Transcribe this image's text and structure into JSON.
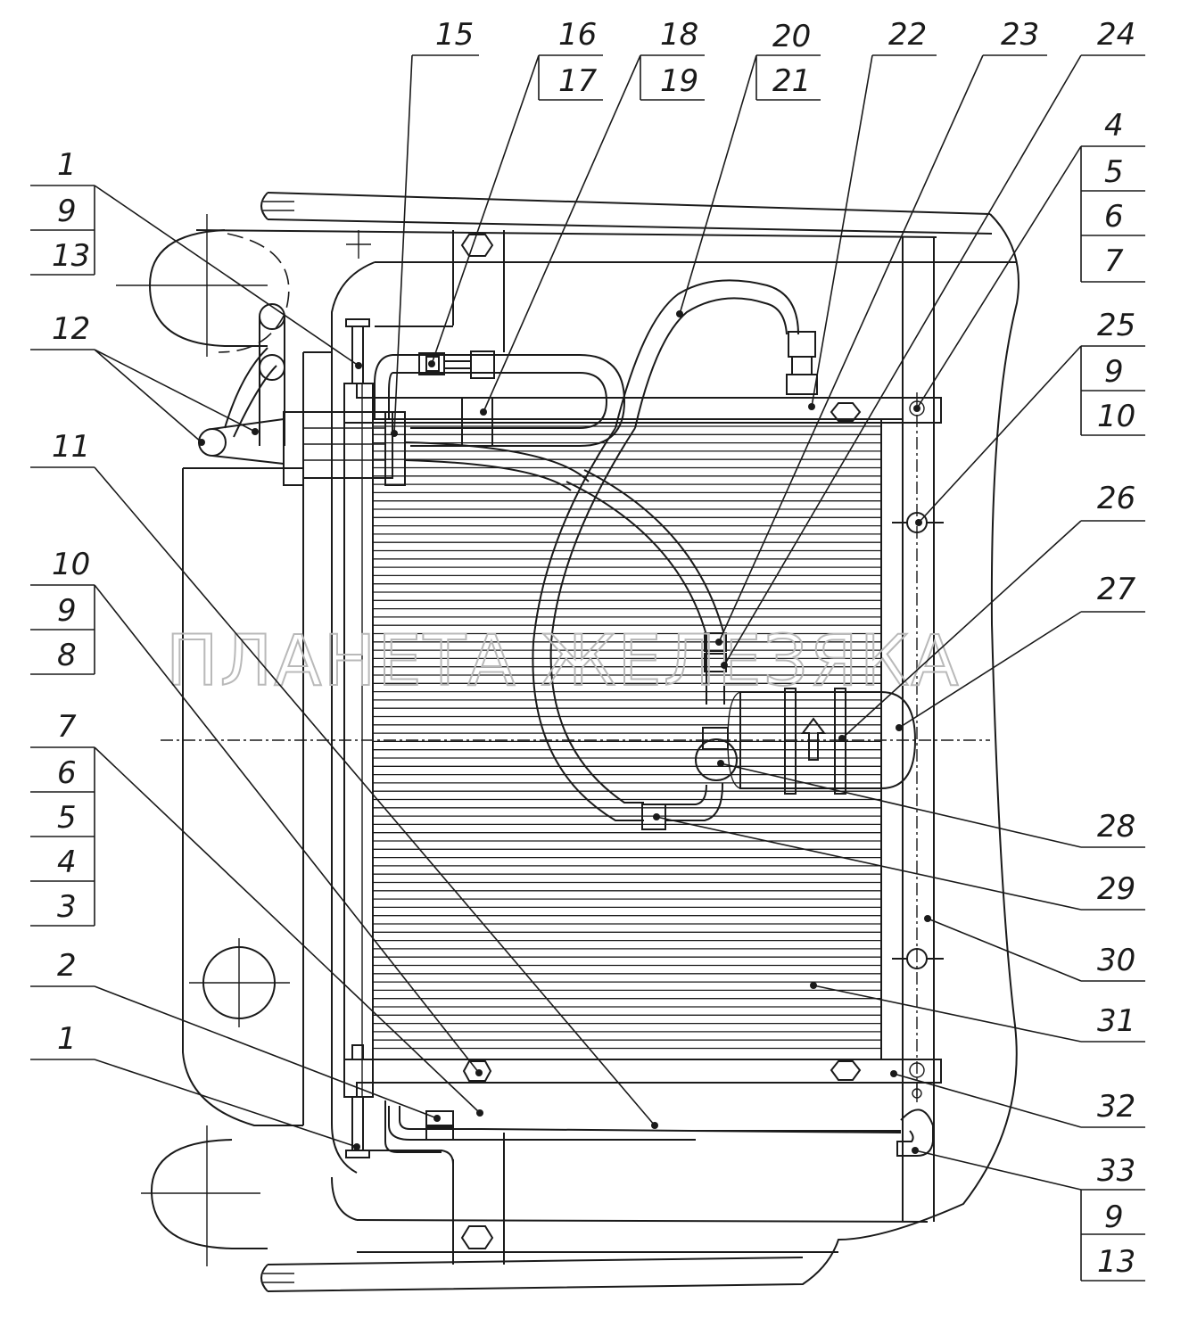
{
  "watermark": "ПЛАНЕТА ЖЕЛЕЗЯКА",
  "callouts": {
    "c15": "15",
    "c16": "16",
    "c17": "17",
    "c18": "18",
    "c19": "19",
    "c20": "20",
    "c21": "21",
    "c22": "22",
    "c23": "23",
    "c24": "24",
    "r4": "4",
    "r5": "5",
    "r6": "6",
    "r7": "7",
    "r25": "25",
    "r9a": "9",
    "r10": "10",
    "r26": "26",
    "r27": "27",
    "r28": "28",
    "r29": "29",
    "r30": "30",
    "r31": "31",
    "r32": "32",
    "r33": "33",
    "r9b": "9",
    "r13": "13",
    "l1a": "1",
    "l9a": "9",
    "l13": "13",
    "l12": "12",
    "l11": "11",
    "l10": "10",
    "l9b": "9",
    "l8": "8",
    "l7": "7",
    "l6": "6",
    "l5": "5",
    "l4": "4",
    "l3": "3",
    "l2": "2",
    "l1b": "1"
  }
}
